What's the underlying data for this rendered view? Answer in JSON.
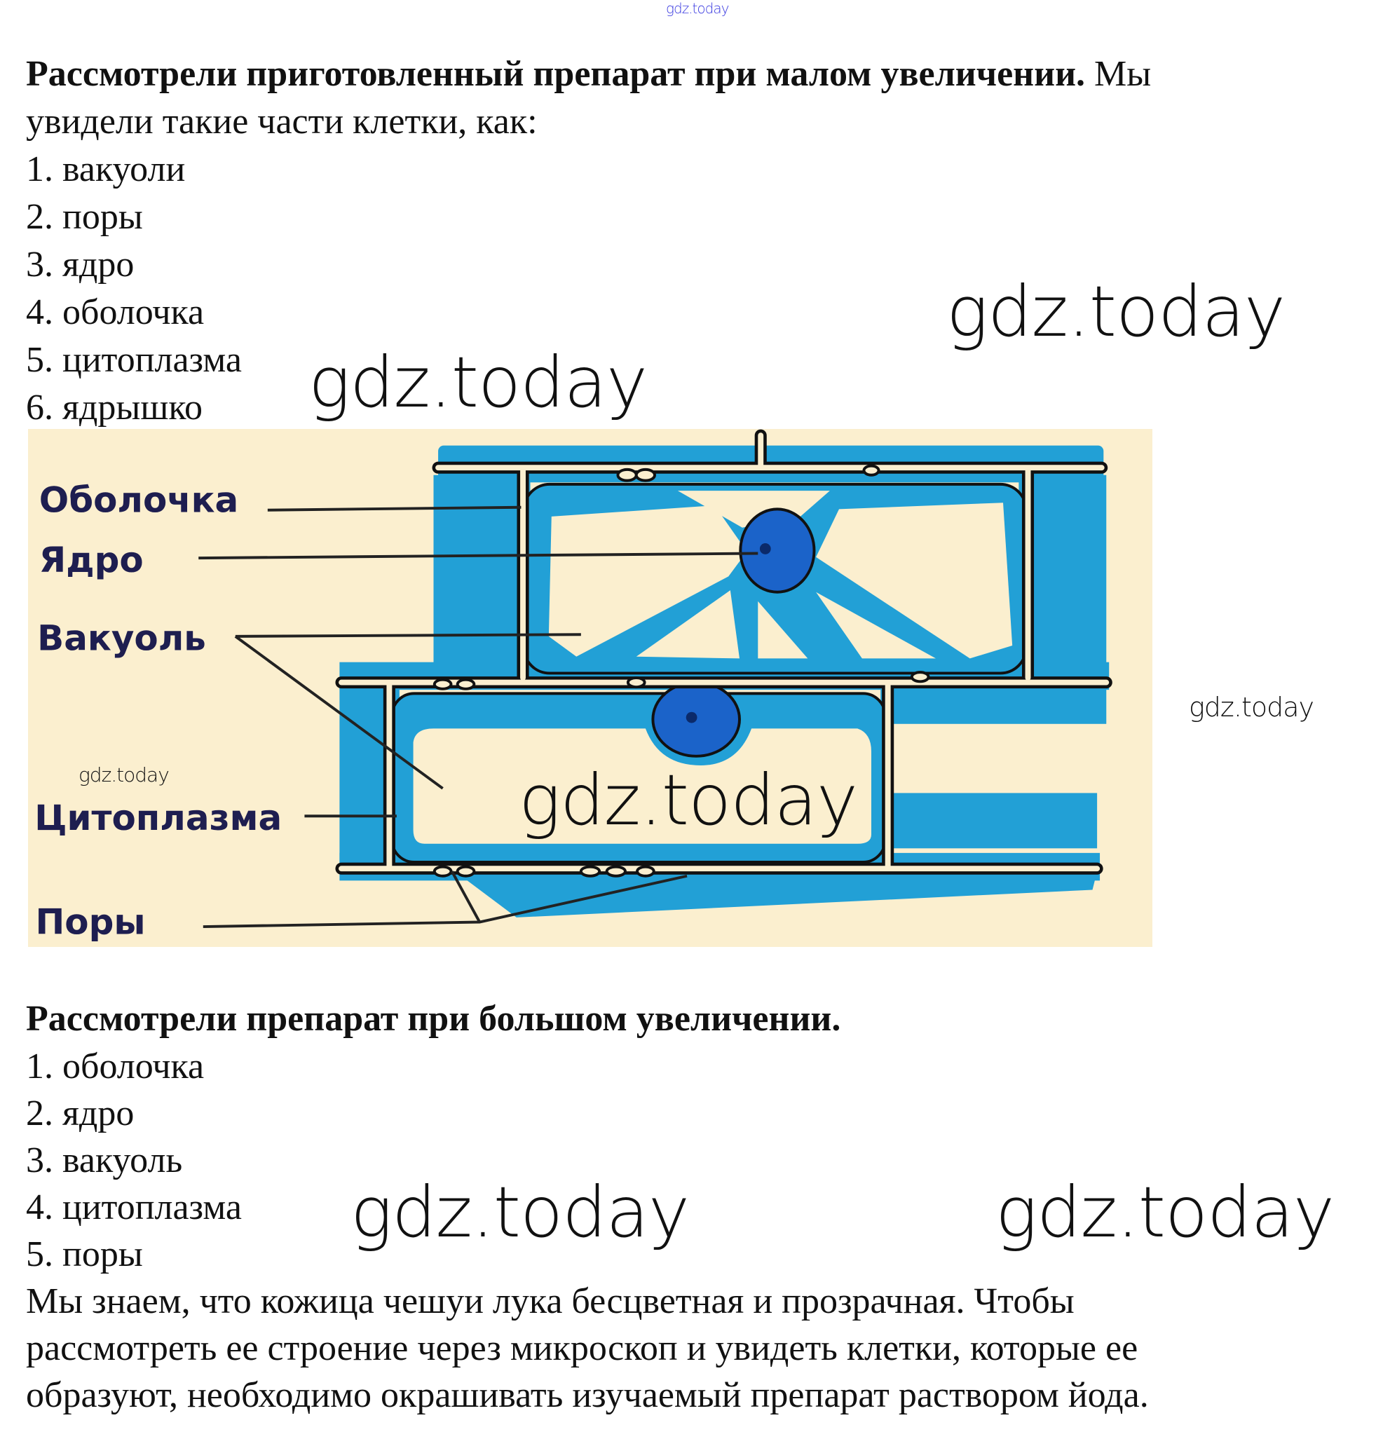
{
  "watermark": "gdz.today",
  "section1": {
    "heading": "Рассмотрели приготовленный препарат при малом увеличении.",
    "intro_rest": " Мы",
    "intro_line2": "увидели такие части клетки, как:",
    "items": [
      "1. вакуоли",
      "2. поры",
      "3. ядро",
      "4. оболочка",
      "5. цитоплазма",
      "6. ядрышко"
    ]
  },
  "diagram": {
    "labels": {
      "membrane": "Оболочка",
      "nucleus": "Ядро",
      "vacuole": "Вакуоль",
      "cytoplasm": "Цитоплазма",
      "pores": "Поры"
    },
    "colors": {
      "background": "#fbefcf",
      "cytoplasm": "#22a0d6",
      "nucleus": "#1b63c9",
      "label": "#1e1e50"
    }
  },
  "section2": {
    "heading": "Рассмотрели препарат при большом увеличении.",
    "items": [
      "1. оболочка",
      "2. ядро",
      "3. вакуоль",
      "4. цитоплазма",
      "5. поры"
    ],
    "paragraph": [
      "Мы знаем, что кожица чешуи лука бесцветная и прозрачная. Чтобы",
      "рассмотреть ее строение через микроскоп и увидеть клетки, которые ее",
      "образуют, необходимо окрашивать изучаемый препарат раствором йода."
    ]
  }
}
